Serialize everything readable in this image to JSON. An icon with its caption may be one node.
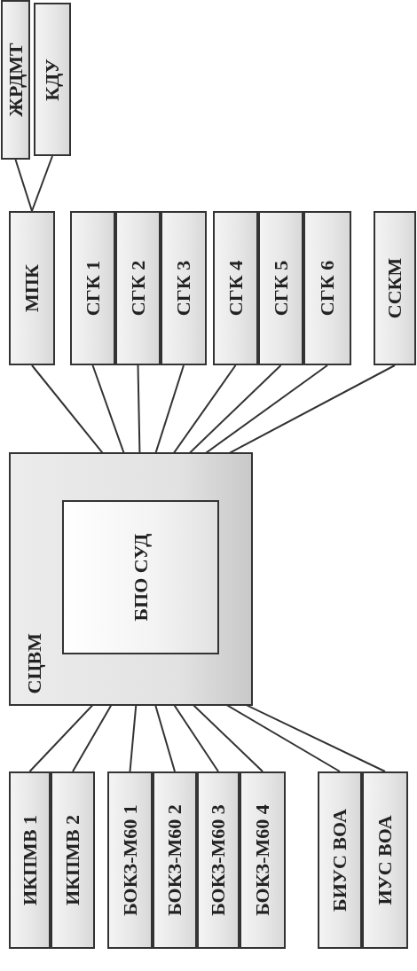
{
  "diagram": {
    "nodes": [
      {
        "text": [
          "ЖРДМТ"
        ]
      },
      {
        "text": [
          "КДУ"
        ]
      },
      {
        "text": [
          "МПК"
        ]
      },
      {
        "text": [
          "СГК 1"
        ]
      },
      {
        "text": [
          "СГК 2"
        ]
      },
      {
        "text": [
          "СГК 3"
        ]
      },
      {
        "text": [
          "СГК 4"
        ]
      },
      {
        "text": [
          "СГК 5"
        ]
      },
      {
        "text": [
          "СГК 6"
        ]
      },
      {
        "text": [
          "ССКМ"
        ]
      },
      {
        "text": [
          "СЦВМ"
        ]
      },
      {
        "text": [
          "БПО СУД"
        ],
        "in": 10
      },
      {
        "text": [
          "ИКПМВ 1"
        ]
      },
      {
        "text": [
          "ИКПМВ 2"
        ]
      },
      {
        "text": [
          "БОКЗ-М60 1"
        ]
      },
      {
        "text": [
          "БОКЗ-М60 2"
        ]
      },
      {
        "text": [
          "БОКЗ-М60 3"
        ]
      },
      {
        "text": [
          "БОКЗ-М60 4"
        ]
      },
      {
        "text": [
          "БИУС ВОА"
        ]
      },
      {
        "text": [
          "ИУС ВОА"
        ]
      }
    ],
    "edges": [
      {
        "from": 2,
        "to": 0,
        "arrow": "none"
      },
      {
        "from": 2,
        "to": 1,
        "arrow": "none"
      },
      {
        "from": 2,
        "to": 11,
        "arrow": "none"
      },
      {
        "from": 3,
        "to": 11,
        "arrow": "none"
      },
      {
        "from": 4,
        "to": 11,
        "arrow": "none"
      },
      {
        "from": 5,
        "to": 11,
        "arrow": "none"
      },
      {
        "from": 6,
        "to": 11,
        "arrow": "none"
      },
      {
        "from": 7,
        "to": 11,
        "arrow": "none"
      },
      {
        "from": 8,
        "to": 11,
        "arrow": "none"
      },
      {
        "from": 9,
        "to": 11,
        "arrow": "none"
      },
      {
        "from": 11,
        "to": 12,
        "arrow": "none"
      },
      {
        "from": 11,
        "to": 13,
        "arrow": "none"
      },
      {
        "from": 11,
        "to": 14,
        "arrow": "none"
      },
      {
        "from": 11,
        "to": 15,
        "arrow": "none"
      },
      {
        "from": 11,
        "to": 16,
        "arrow": "none"
      },
      {
        "from": 11,
        "to": 17,
        "arrow": "none"
      },
      {
        "from": 11,
        "to": 18,
        "arrow": "none"
      },
      {
        "from": 11,
        "to": 19,
        "arrow": "none"
      }
    ]
  }
}
